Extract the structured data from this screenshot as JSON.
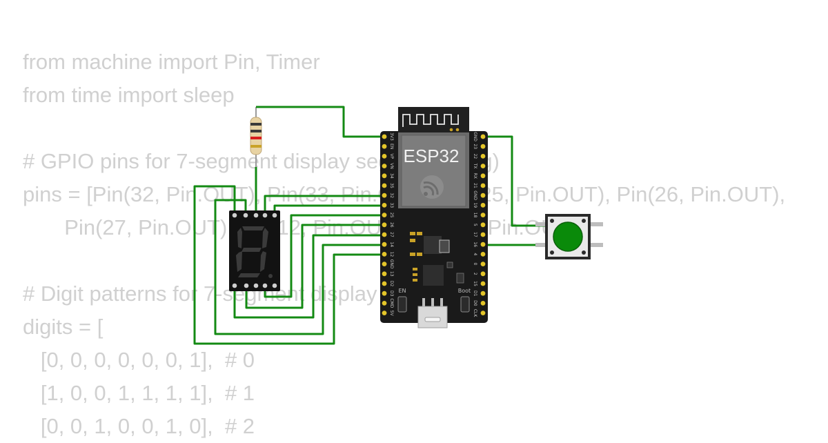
{
  "code": {
    "lines": [
      "from machine import Pin, Timer",
      "from time import sleep",
      "",
      "# GPIO pins for 7-segment display segments (a-g)",
      "pins = [Pin(32, Pin.OUT), Pin(33, Pin.OUT), Pin(25, Pin.OUT), Pin(26, Pin.OUT),",
      "       Pin(27, Pin.OUT), Pin(12, Pin.OUT), Pin(13, Pin.OUT)]",
      "",
      "# Digit patterns for 7-segment display",
      "digits = [",
      "   [0, 0, 0, 0, 0, 0, 1],  # 0",
      "   [1, 0, 0, 1, 1, 1, 1],  # 1",
      "   [0, 0, 1, 0, 0, 1, 0],  # 2"
    ]
  },
  "board": {
    "title": "ESP32",
    "en_label": "EN",
    "boot_label": "Boot",
    "left_pins": [
      "3V3",
      "EN",
      "VP",
      "VN",
      "34",
      "35",
      "32",
      "33",
      "25",
      "26",
      "27",
      "14",
      "12",
      "GND",
      "13",
      "D2",
      "D3",
      "CMD",
      "5V"
    ],
    "right_pins": [
      "GND",
      "23",
      "22",
      "TX",
      "RX",
      "21",
      "GND",
      "19",
      "18",
      "5",
      "17",
      "16",
      "4",
      "0",
      "2",
      "15",
      "D1",
      "D0",
      "CLK"
    ]
  },
  "colors": {
    "wire": "#138a13",
    "board": "#1a1a1a",
    "button_cap": "#0a8a0a",
    "code_text": "#d0d0d0"
  },
  "icons": {
    "board_logo": "espressif-logo-icon",
    "button": "pushbutton-icon",
    "resistor": "resistor-icon",
    "display": "seven-segment-display-icon"
  }
}
